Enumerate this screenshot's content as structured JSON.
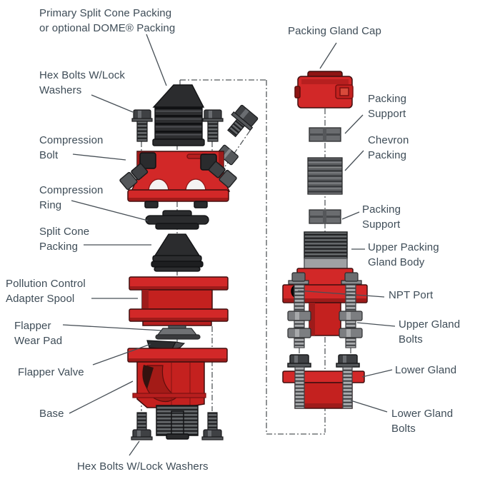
{
  "figure": {
    "type": "exploded-parts-diagram",
    "subject": "Pollution control adapter spool and packing gland assembly"
  },
  "colors": {
    "part_red": "#d22828",
    "part_red_mid": "#c4211f",
    "part_red_dark": "#9e1b1a",
    "part_black": "#2b2c2e",
    "part_gray": "#6a6c6f",
    "label_text": "#3e4c57",
    "leader_line": "#474f56",
    "centerline": "#55595c",
    "background": "#ffffff"
  },
  "labels": {
    "primary_packing": {
      "line1": "Primary Split Cone Packing",
      "line2": "or optional DOME® Packing"
    },
    "hex_bolts_left": {
      "line1": "Hex Bolts W/Lock",
      "line2": "Washers"
    },
    "compression_bolt": {
      "line1": "Compression",
      "line2": "Bolt"
    },
    "compression_ring": {
      "line1": "Compression",
      "line2": "Ring"
    },
    "split_cone_packing": {
      "line1": "Split Cone",
      "line2": "Packing"
    },
    "pollution_spool": {
      "line1": "Pollution Control",
      "line2": "Adapter Spool"
    },
    "flapper_wear_pad": {
      "line1": "Flapper",
      "line2": "Wear Pad"
    },
    "flapper_valve": {
      "line1": "Flapper Valve"
    },
    "base": {
      "line1": "Base"
    },
    "hex_bolts_bottom": {
      "line1": "Hex Bolts W/Lock Washers"
    },
    "packing_gland_cap": {
      "line1": "Packing Gland Cap"
    },
    "packing_support_top": {
      "line1": "Packing",
      "line2": "Support"
    },
    "chevron_packing": {
      "line1": "Chevron",
      "line2": "Packing"
    },
    "packing_support_bottom": {
      "line1": "Packing",
      "line2": "Support"
    },
    "upper_packing_gland": {
      "line1": "Upper Packing",
      "line2": "Gland Body"
    },
    "npt_port": {
      "line1": "NPT Port"
    },
    "upper_gland_bolts": {
      "line1": "Upper Gland",
      "line2": "Bolts"
    },
    "lower_gland": {
      "line1": "Lower Gland"
    },
    "lower_gland_bolts": {
      "line1": "Lower Gland",
      "line2": "Bolts"
    }
  }
}
